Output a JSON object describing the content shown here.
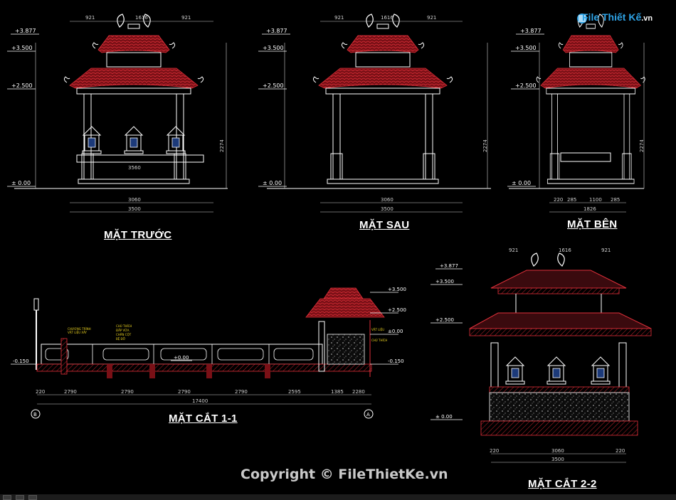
{
  "titles": {
    "front": "MẶT TRƯỚC",
    "back": "MẶT SAU",
    "side": "MẶT BÊN",
    "section11": "MẶT CẮT 1-1",
    "section22": "MẶT CẮT 2-2"
  },
  "levels": [
    "+3.877",
    "+3.500",
    "+2.500",
    "± 0.00"
  ],
  "section_levels": [
    "-0.150",
    "+0.00"
  ],
  "grid_markers": [
    "B",
    "A"
  ],
  "dimensions": {
    "front_top": [
      "921",
      "1616",
      "921"
    ],
    "front_width": "3560",
    "front_total": "3500",
    "front_height": "2274",
    "side_bottom": [
      "220",
      "285",
      "1100",
      "285"
    ],
    "side_total": "1826",
    "section11_total": "17400",
    "section11_spans": [
      "220",
      "2790",
      "2790",
      "2790",
      "2790",
      "2595",
      "1385",
      "2280"
    ]
  },
  "watermark": {
    "logo": "File Thiết Kế",
    "domain": ".vn",
    "copyright": "Copyright © FileThietKe.vn"
  },
  "colors": {
    "background": "#000000",
    "roof": "#c0202a",
    "lines": "#ffffff",
    "dims": "#d0d0d0",
    "red_lines": "#e0303a"
  }
}
